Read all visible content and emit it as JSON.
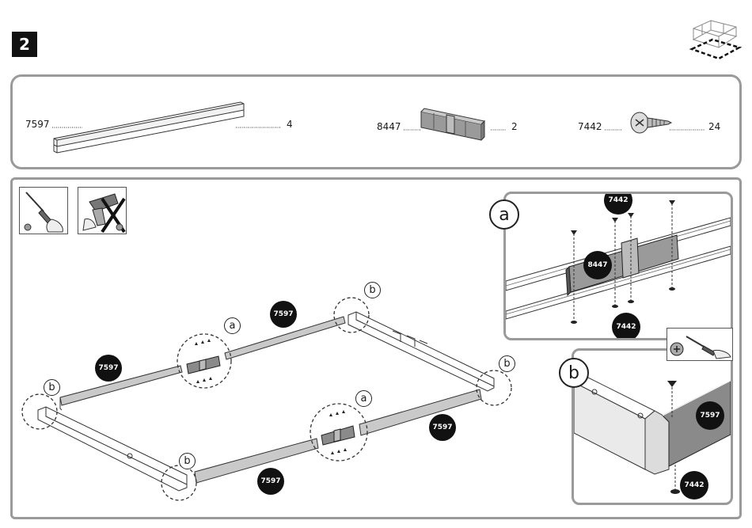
{
  "step": {
    "number": "2"
  },
  "parts": [
    {
      "code": "7597",
      "qty": "4"
    },
    {
      "code": "8447",
      "qty": "2"
    },
    {
      "code": "7442",
      "qty": "24"
    }
  ],
  "callouts": {
    "a": {
      "letter": "a",
      "screw_tag": "7442",
      "part_tag": "8447",
      "screw_tag_bottom": "7442"
    },
    "b": {
      "letter": "b",
      "beam_tag": "7597",
      "screw_tag": "7442"
    }
  },
  "diagram": {
    "beam_tags": [
      "7597",
      "7597",
      "7597",
      "7597"
    ],
    "joint_letters": [
      "b",
      "a",
      "b",
      "b",
      "a",
      "b"
    ]
  },
  "icons": {
    "step": "greenhouse-floor-frame-icon",
    "tool_allowed": "screwdriver-icon",
    "tool_forbidden": "power-drill-crossed-icon"
  }
}
